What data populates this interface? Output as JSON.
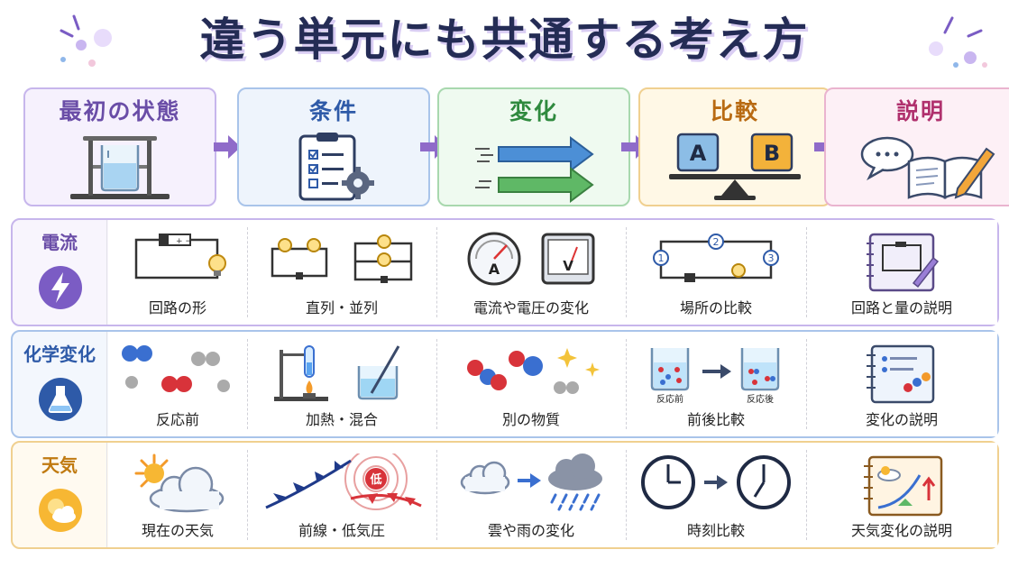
{
  "title": "違う単元にも共通する考え方",
  "steps": [
    {
      "label": "最初の状態",
      "color": "#6a4da7",
      "border": "#c7b6ec",
      "bg": "#f6f1fd",
      "icon": "beaker-on-stand-icon"
    },
    {
      "label": "条件",
      "color": "#2e5aa8",
      "border": "#a9c4ea",
      "bg": "#eef4fc",
      "icon": "checklist-gear-icon"
    },
    {
      "label": "変化",
      "color": "#2f8a3e",
      "border": "#a8d8ae",
      "bg": "#effaf0",
      "icon": "change-arrows-icon"
    },
    {
      "label": "比較",
      "color": "#b86a12",
      "border": "#f0d090",
      "bg": "#fff8e6",
      "icon": "balance-scale-icon"
    },
    {
      "label": "説明",
      "color": "#b0306d",
      "border": "#eab4cf",
      "bg": "#fdf0f6",
      "icon": "notebook-pencil-icon"
    }
  ],
  "rows": [
    {
      "label": "電流",
      "color": "#6a4da7",
      "border": "#c7b6ec",
      "bg": "#f8f5fd",
      "badge_icon": "lightning-icon",
      "cells": [
        {
          "label": "回路の形",
          "icon": "circuit-battery-bulb-icon"
        },
        {
          "label": "直列・並列",
          "icon": "series-parallel-circuit-icon"
        },
        {
          "label": "電流や電圧の変化",
          "icon": "ammeter-voltmeter-icon",
          "meter_a": "A",
          "meter_v": "V"
        },
        {
          "label": "場所の比較",
          "icon": "circuit-points-icon",
          "points": [
            "1",
            "2",
            "3"
          ]
        },
        {
          "label": "回路と量の説明",
          "icon": "circuit-notebook-icon"
        }
      ]
    },
    {
      "label": "化学変化",
      "color": "#2e5aa8",
      "border": "#a9c4ea",
      "bg": "#f3f7fd",
      "badge_icon": "flask-icon",
      "cells": [
        {
          "label": "反応前",
          "icon": "molecules-icon"
        },
        {
          "label": "加熱・混合",
          "icon": "burner-mixing-icon"
        },
        {
          "label": "別の物質",
          "icon": "new-substance-icon"
        },
        {
          "label": "前後比較",
          "icon": "before-after-beakers-icon",
          "before": "反応前",
          "after": "反応後"
        },
        {
          "label": "変化の説明",
          "icon": "chemistry-notebook-icon"
        }
      ]
    },
    {
      "label": "天気",
      "color": "#c07a10",
      "border": "#f0d090",
      "bg": "#fffaf0",
      "badge_icon": "sun-cloud-icon",
      "cells": [
        {
          "label": "現在の天気",
          "icon": "sun-cloud-weather-icon"
        },
        {
          "label": "前線・低気圧",
          "icon": "front-low-pressure-icon",
          "low": "低"
        },
        {
          "label": "雲や雨の変化",
          "icon": "cloud-to-rain-icon"
        },
        {
          "label": "時刻比較",
          "icon": "clocks-comparison-icon"
        },
        {
          "label": "天気変化の説明",
          "icon": "weather-notebook-icon"
        }
      ]
    }
  ],
  "colors": {
    "title": "#242c55",
    "arrow": "#8f6bc9"
  }
}
